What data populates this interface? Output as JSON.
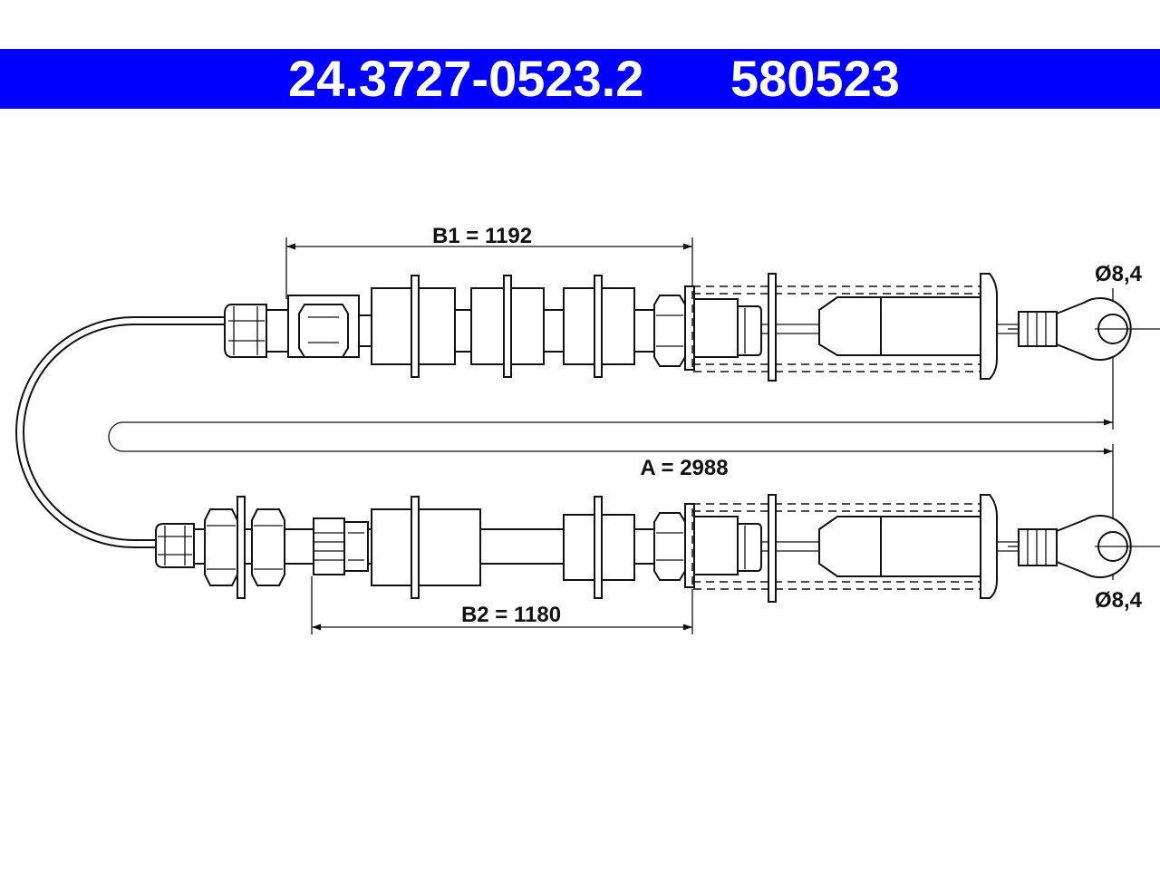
{
  "header": {
    "part_number": "24.3727-0523.2",
    "reference_number": "580523"
  },
  "dimensions": {
    "b1": "B1 = 1192",
    "b2": "B2 = 1180",
    "a": "A = 2988",
    "eye_top": "Ø8,4",
    "eye_bottom": "Ø8,4"
  },
  "colors": {
    "header_background": "#0000ff",
    "header_text": "#ffffff",
    "line": "#111111"
  }
}
